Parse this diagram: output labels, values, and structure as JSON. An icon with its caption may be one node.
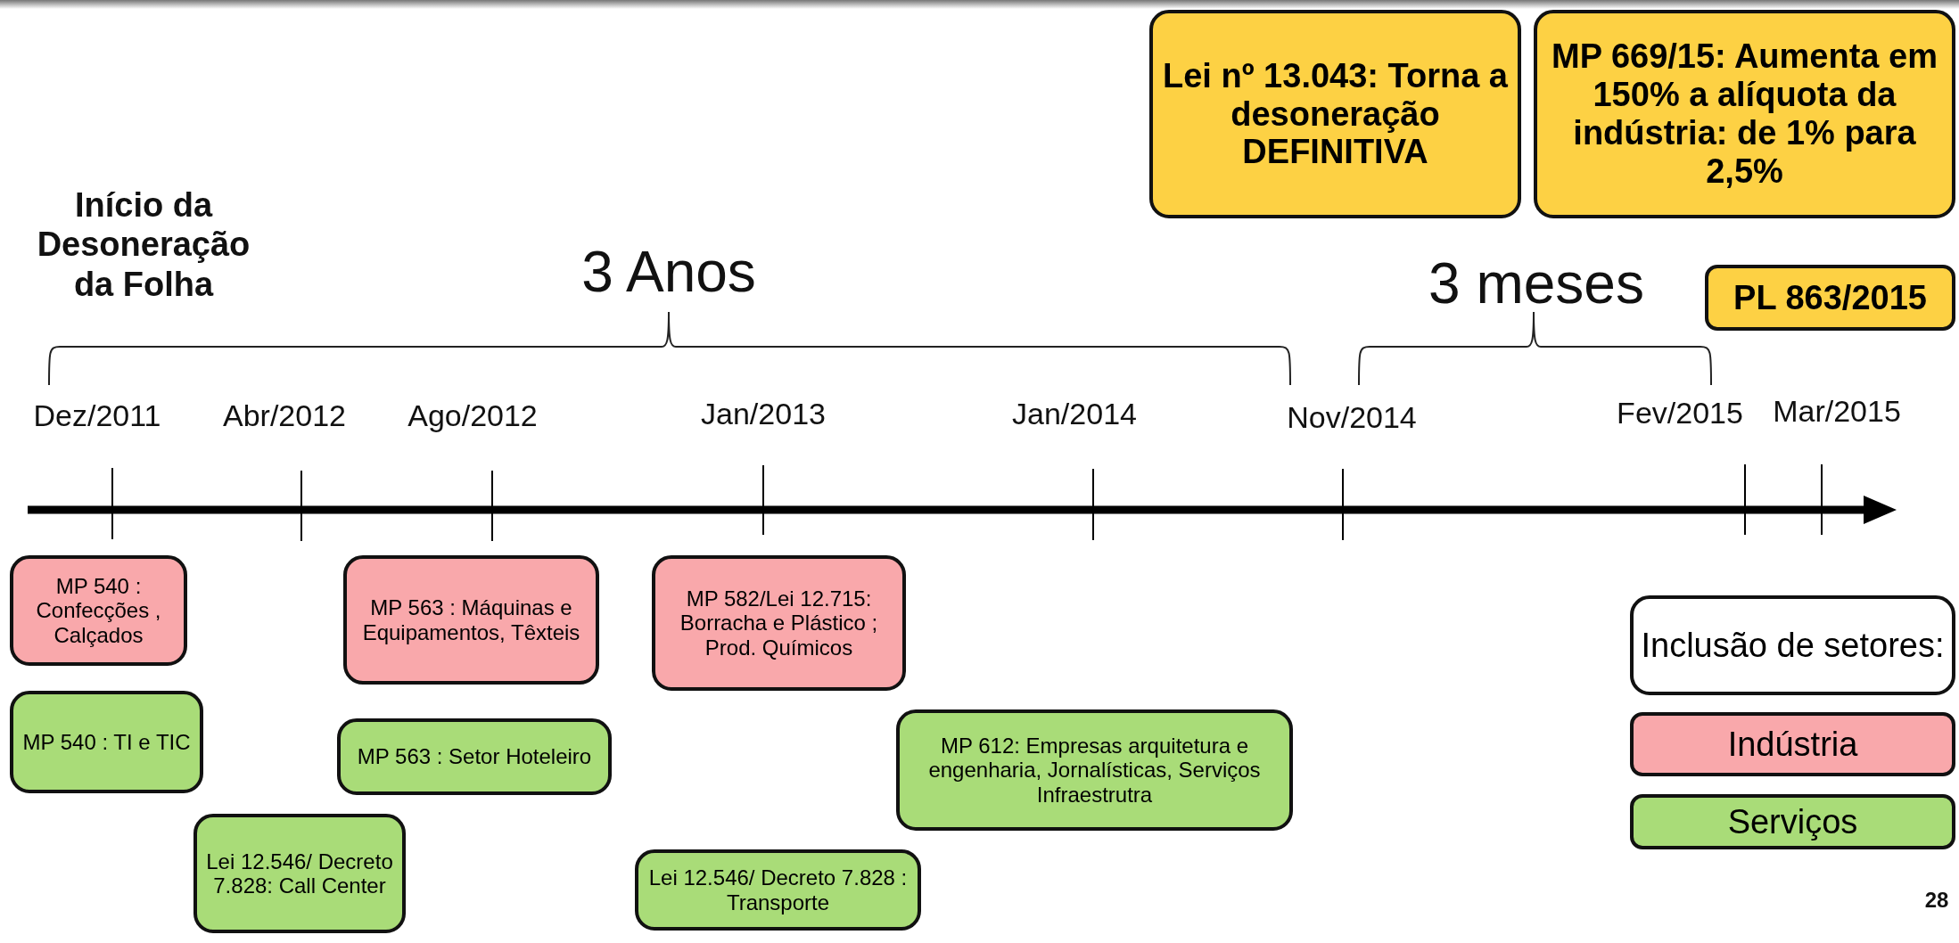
{
  "diagram": {
    "nodes": [
      {
        "text": [
          "Lei nº 13.043: Torna a desoneração DEFINITIVA"
        ]
      },
      {
        "text": [
          "MP 669/15: Aumenta em 150% a alíquota da indústria: de 1% para 2,5%"
        ]
      },
      {
        "text": [
          "PL 863/2015"
        ]
      },
      {
        "text": [
          "MP 540 : Confecções , Calçados"
        ]
      },
      {
        "text": [
          "MP 563 : Máquinas e Equipamentos, Têxteis"
        ]
      },
      {
        "text": [
          "MP 582/Lei 12.715: Borracha e Plástico ; Prod. Químicos"
        ]
      },
      {
        "text": [
          "MP 540 : TI e TIC"
        ]
      },
      {
        "text": [
          "MP 563 : Setor Hoteleiro"
        ]
      },
      {
        "text": [
          "MP 612: Empresas arquitetura e engenharia, Jornalísticas, Serviços Infraestrutra"
        ]
      },
      {
        "text": [
          "Lei 12.546/ Decreto 7.828: Call Center"
        ]
      },
      {
        "text": [
          "Lei 12.546/ Decreto 7.828 : Transporte"
        ]
      },
      {
        "text": [
          "Inclusão de setores:"
        ]
      }
    ],
    "edges": [],
    "labels": [
      "Início da Desoneração da Folha",
      "3 Anos",
      "3 meses",
      "Dez/2011",
      "Abr/2012",
      "Ago/2012",
      "Jan/2013",
      "Jan/2014",
      "Nov/2014",
      "Fev/2015",
      "Mar/2015",
      "28"
    ],
    "legend": [
      {
        "text": "Indústria",
        "color": "#f9a8ab"
      },
      {
        "text": "Serviços",
        "color": "#a9dc78"
      }
    ]
  }
}
